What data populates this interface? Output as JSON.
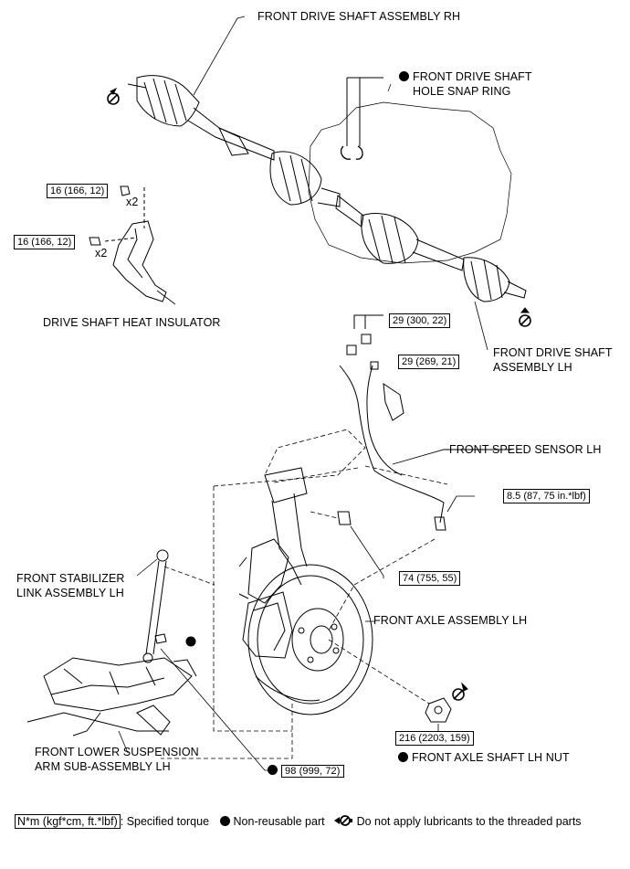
{
  "labels": {
    "drive_shaft_rh": "FRONT DRIVE SHAFT ASSEMBLY RH",
    "snap_ring_1": "FRONT DRIVE SHAFT",
    "snap_ring_2": "HOLE SNAP RING",
    "heat_insulator": "DRIVE SHAFT HEAT INSULATOR",
    "drive_shaft_lh_1": "FRONT DRIVE SHAFT",
    "drive_shaft_lh_2": "ASSEMBLY LH",
    "speed_sensor": "FRONT SPEED SENSOR LH",
    "stabilizer_1": "FRONT STABILIZER",
    "stabilizer_2": "LINK ASSEMBLY LH",
    "axle_assembly": "FRONT AXLE ASSEMBLY LH",
    "lower_arm_1": "FRONT LOWER SUSPENSION",
    "lower_arm_2": "ARM SUB-ASSEMBLY LH",
    "axle_nut": "FRONT AXLE SHAFT LH NUT",
    "qty_1": "x2",
    "qty_2": "x2"
  },
  "torques": {
    "t1": "16 (166, 12)",
    "t2": "16 (166, 12)",
    "t3": "29 (300, 22)",
    "t4": "29 (269, 21)",
    "t5": "8.5 (87, 75 in.*lbf)",
    "t6": "74 (755, 55)",
    "t7": "98 (999, 72)",
    "t8": "216 (2203, 159)"
  },
  "legend": {
    "torque_box": "N*m (kgf*cm, ft.*lbf)",
    "torque_text": ": Specified torque",
    "nonreusable_text": "Non-reusable part",
    "nolube_text": "Do not apply lubricants to the threaded parts"
  },
  "colors": {
    "ink": "#000000",
    "paper": "#ffffff"
  }
}
